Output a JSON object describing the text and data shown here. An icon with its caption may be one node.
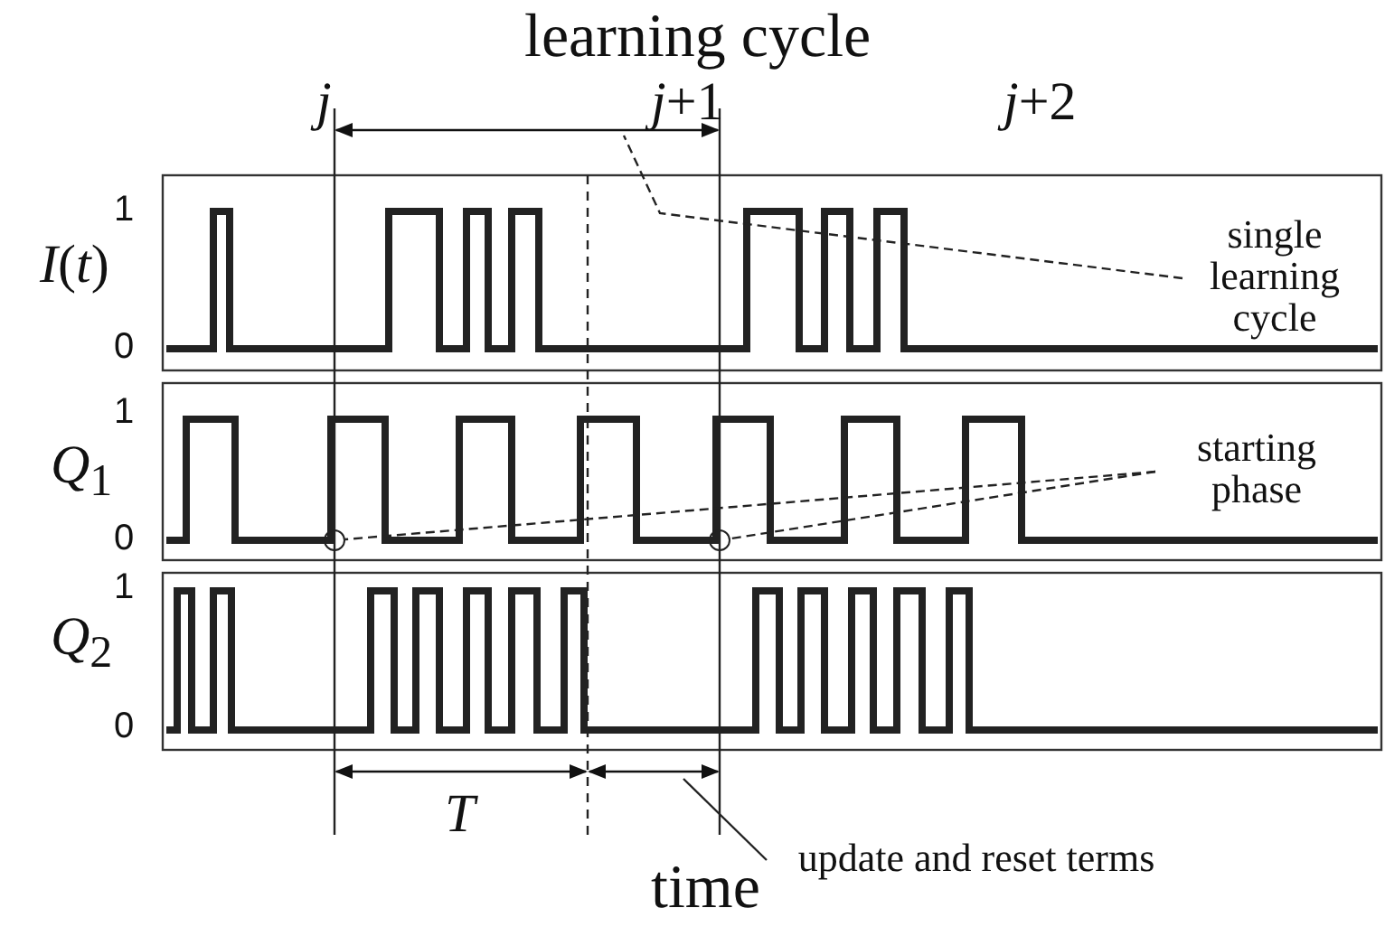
{
  "diagram": {
    "title": "learning cycle",
    "nodes": [
      {
        "text": [
          "single learning cycle"
        ]
      },
      {
        "text": [
          "starting phase"
        ]
      },
      {
        "text": [],
        "shape": "circle"
      },
      {
        "text": [],
        "shape": "circle"
      },
      {
        "text": [
          "update and reset terms"
        ]
      }
    ],
    "edges": [
      {
        "from": 0,
        "to": null,
        "arrow": "none",
        "style": "dashed"
      },
      {
        "from": 1,
        "to": 2,
        "arrow": "none",
        "style": "dashed"
      },
      {
        "from": 1,
        "to": 3,
        "arrow": "none",
        "style": "dashed"
      },
      {
        "from": 4,
        "to": null,
        "arrow": "none"
      }
    ],
    "labels": [
      "*j*",
      "*j*+1",
      "*j*+2",
      "*I*(*t*)",
      "1",
      "0",
      "*Q*$_{1}$",
      "1",
      "0",
      "*Q*$_{2}$",
      "1",
      "0",
      "*T*",
      "time"
    ]
  }
}
